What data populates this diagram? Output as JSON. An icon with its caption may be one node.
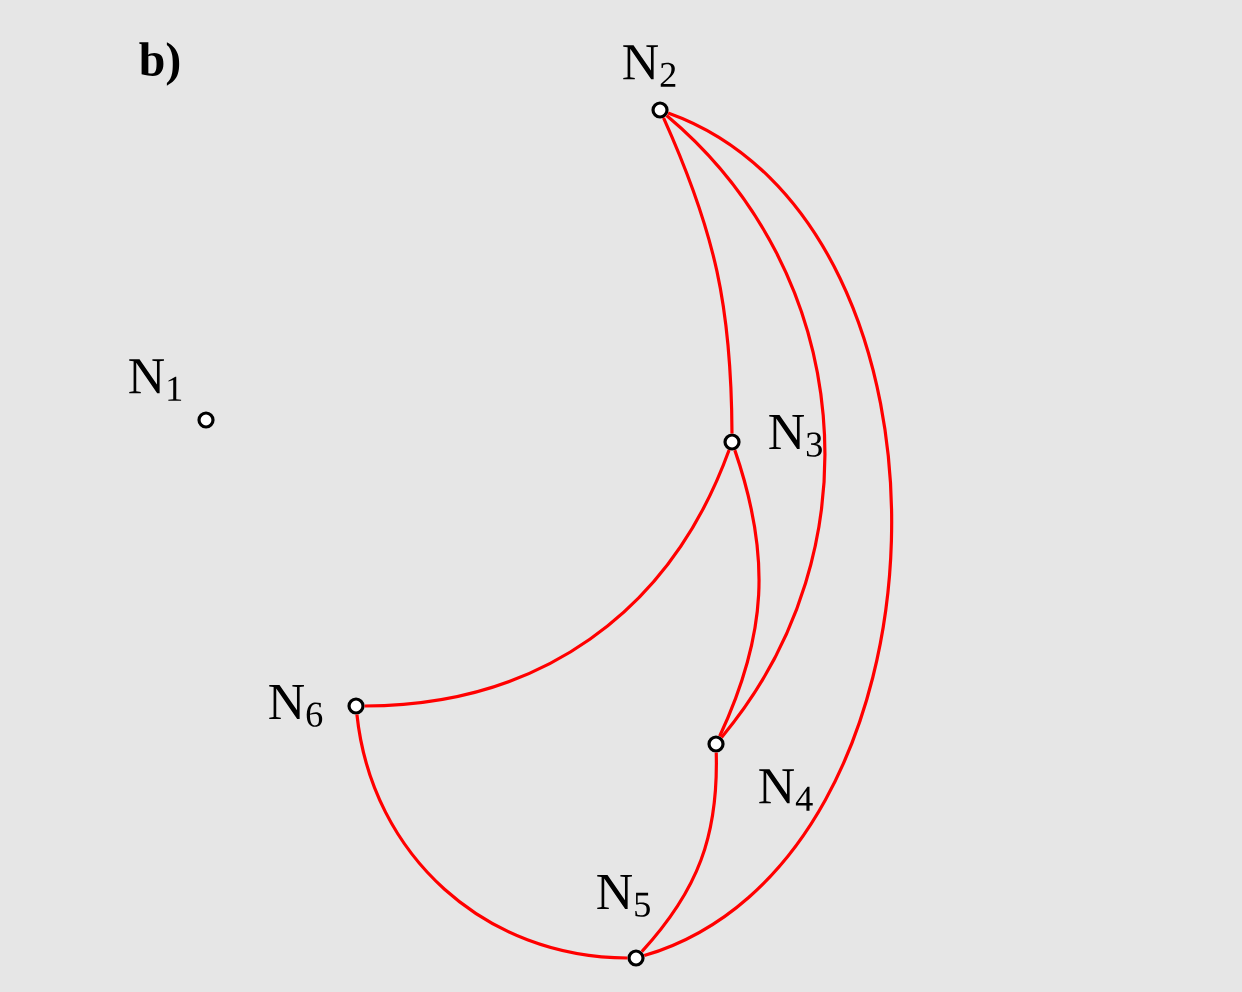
{
  "diagram": {
    "nodes": [
      {
        "text": [
          "N$_{1}$"
        ]
      },
      {
        "text": [
          "N$_{2}$"
        ]
      },
      {
        "text": [
          "N$_{3}$"
        ]
      },
      {
        "text": [
          "N$_{4}$"
        ]
      },
      {
        "text": [
          "N$_{5}$"
        ]
      },
      {
        "text": [
          "N$_{6}$"
        ]
      }
    ],
    "edges": [
      {
        "from": 1,
        "to": 2,
        "arrow": "none"
      },
      {
        "from": 1,
        "to": 3,
        "arrow": "none"
      },
      {
        "from": 1,
        "to": 4,
        "arrow": "none"
      },
      {
        "from": 2,
        "to": 5,
        "arrow": "none"
      },
      {
        "from": 2,
        "to": 3,
        "arrow": "none"
      },
      {
        "from": 5,
        "to": 4,
        "arrow": "none"
      },
      {
        "from": 3,
        "to": 4,
        "arrow": "none"
      }
    ],
    "labels": [
      "b)"
    ]
  }
}
